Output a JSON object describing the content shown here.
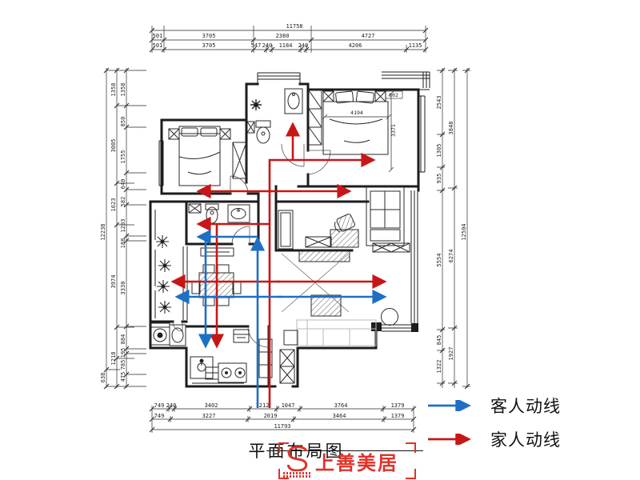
{
  "title": {
    "text": "平面布局图"
  },
  "legend": {
    "guest": {
      "label": "客人动线",
      "color": "#1e6fc5"
    },
    "family": {
      "label": "家人动线",
      "color": "#c81616"
    }
  },
  "logo": {
    "name": "上善美居",
    "color": "#e03228"
  },
  "plan_labels": {
    "bed_width": "4194",
    "bed_depth": "3371",
    "corner_mark": "602"
  },
  "dims": {
    "top_total": "11758",
    "top_row2": [
      "501",
      "3705",
      "2380",
      "4727"
    ],
    "top_row3": [
      "501",
      "3705",
      "547",
      "240",
      "1184",
      "240",
      "4206",
      "1135"
    ],
    "bottom_row1": [
      "749",
      "240",
      "3402",
      "1212",
      "1047",
      "3764",
      "1379"
    ],
    "bottom_row2": [
      "749",
      "3227",
      "2019",
      "3464",
      "1379"
    ],
    "bottom_total": "11793",
    "left_outer": [
      "12238",
      "638"
    ],
    "left_mid": [
      "1358",
      "3005",
      "1623",
      "3974",
      "1218"
    ],
    "left_inner": [
      "1358",
      "850",
      "1755",
      "640",
      "582",
      "1203",
      "188",
      "3330",
      "884",
      "195",
      "785",
      "475"
    ],
    "right_inner": [
      "2543",
      "1305",
      "935",
      "5554",
      "845",
      "1322"
    ],
    "right_mid": [
      "3848",
      "6274",
      "1927"
    ],
    "right_outer": "12504"
  }
}
